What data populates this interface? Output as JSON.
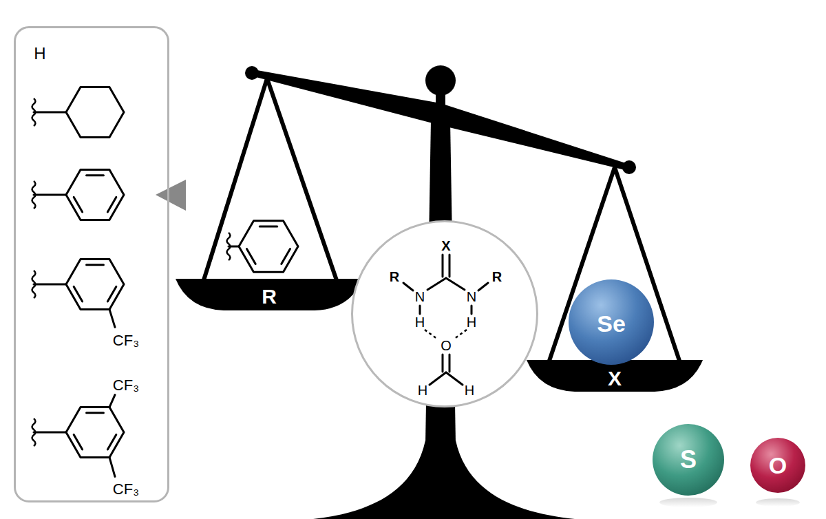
{
  "diagram": {
    "nodes": [
      {
        "text": [
          "H",
          "CF₃",
          "CF₃",
          "CF₃"
        ]
      },
      {
        "text": [
          "R"
        ]
      },
      {
        "text": [
          "X",
          "R",
          "N",
          "N",
          "R",
          "H",
          "H",
          "O",
          "H",
          "H"
        ]
      },
      {
        "text": [
          "X"
        ]
      },
      {
        "text": [
          "Se"
        ]
      },
      {
        "text": [
          "S"
        ]
      },
      {
        "text": [
          "O"
        ]
      }
    ]
  }
}
